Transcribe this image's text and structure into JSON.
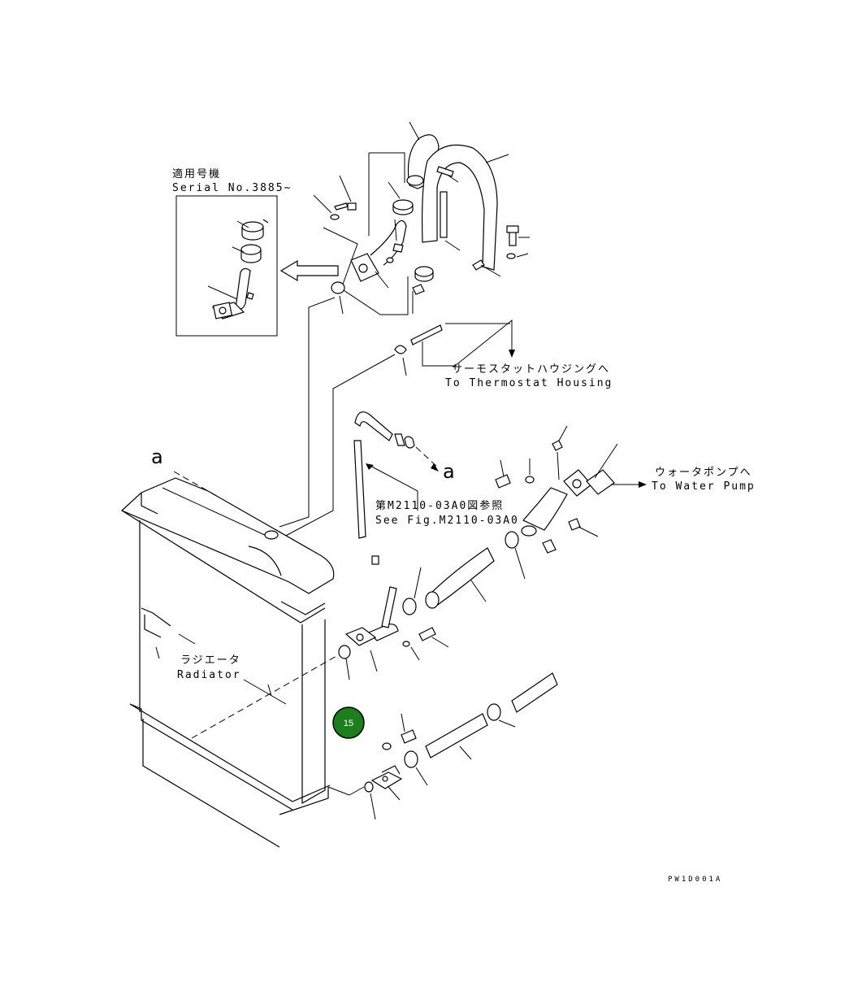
{
  "inset": {
    "title_jp": "適用号機",
    "serial": "Serial No.3885~"
  },
  "references": {
    "thermostat_jp": "サーモスタットハウジングへ",
    "thermostat_en": "To Thermostat Housing",
    "water_pump_jp": "ウォータポンプへ",
    "water_pump_en": "To Water Pump",
    "fig_ref_jp": "第M2110-03A0図参照",
    "fig_ref_en": "See Fig.M2110-03A0"
  },
  "radiator": {
    "label_jp": "ラジエータ",
    "label_en": "Radiator"
  },
  "markers": {
    "a_top": "a",
    "a_right": "a"
  },
  "badge": {
    "number": "15",
    "color": "#1e7d1e"
  },
  "drawing_code": "PW1D001A"
}
